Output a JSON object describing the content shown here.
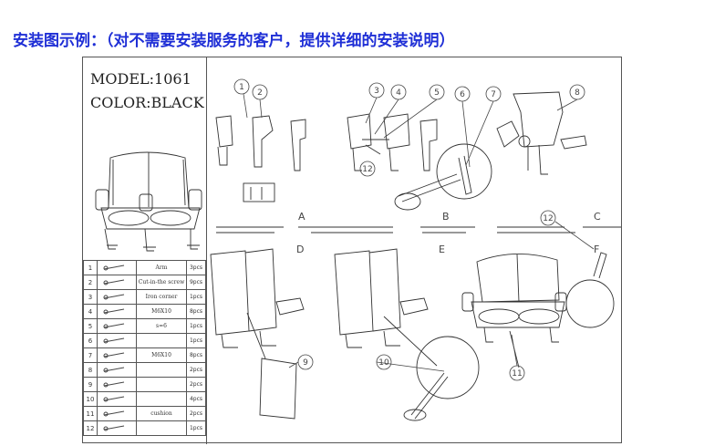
{
  "title": "安装图示例：（对不需要安装服务的客户，提供详细的安装说明）",
  "model": "MODEL:1061",
  "color": "COLOR:BLACK",
  "step_labels": [
    "A",
    "B",
    "C",
    "D",
    "E",
    "F"
  ],
  "callouts": [
    "1",
    "2",
    "3",
    "4",
    "5",
    "6",
    "7",
    "8",
    "9",
    "10",
    "11",
    "12",
    "12"
  ],
  "parts": [
    {
      "no": "1",
      "desc": "Arm",
      "qty": "3pcs"
    },
    {
      "no": "2",
      "desc": "Cut-in-the screw",
      "qty": "9pcs"
    },
    {
      "no": "3",
      "desc": "Iron corner",
      "qty": "1pcs"
    },
    {
      "no": "4",
      "desc": "M6X10",
      "qty": "8pcs"
    },
    {
      "no": "5",
      "desc": "s=6",
      "qty": "1pcs"
    },
    {
      "no": "6",
      "desc": "",
      "qty": "1pcs"
    },
    {
      "no": "7",
      "desc": "M6X10",
      "qty": "8pcs"
    },
    {
      "no": "8",
      "desc": "",
      "qty": "2pcs"
    },
    {
      "no": "9",
      "desc": "",
      "qty": "2pcs"
    },
    {
      "no": "10",
      "desc": "",
      "qty": "4pcs"
    },
    {
      "no": "11",
      "desc": "cushion",
      "qty": "2pcs"
    },
    {
      "no": "12",
      "desc": "",
      "qty": "1pcs"
    }
  ]
}
